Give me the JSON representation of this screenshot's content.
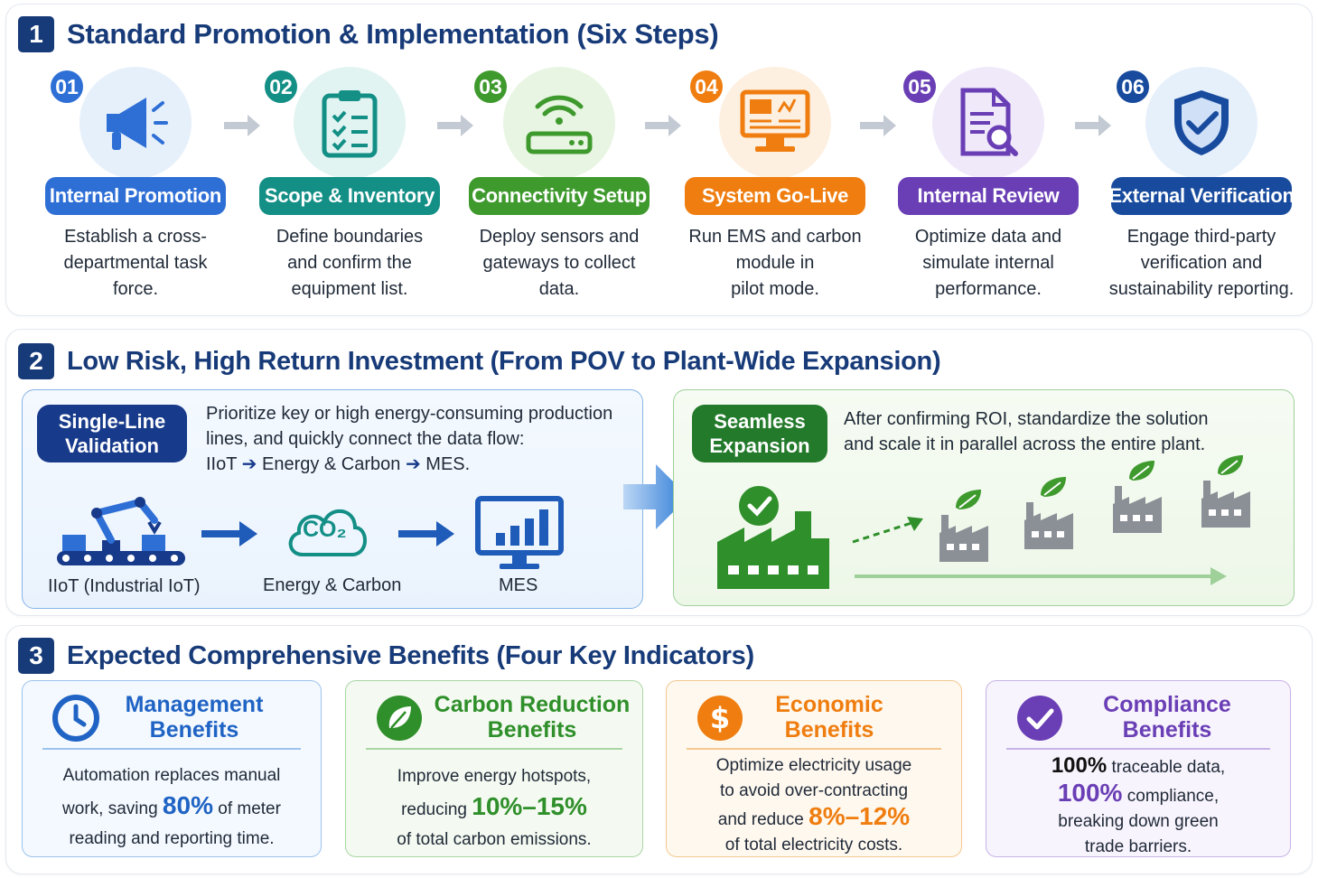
{
  "section1": {
    "number": "1",
    "title": "Standard Promotion & Implementation (Six Steps)",
    "steps": [
      {
        "num": "01",
        "label": "Internal Promotion",
        "desc": [
          "Establish a cross-",
          "departmental task",
          "force."
        ],
        "icon": "megaphone-icon",
        "color": "#2e6fd6",
        "circle": "#e6f0fb"
      },
      {
        "num": "02",
        "label": "Scope & Inventory",
        "desc": [
          "Define boundaries",
          "and confirm the",
          "equipment list."
        ],
        "icon": "clipboard-checklist-icon",
        "color": "#138f86",
        "circle": "#e2f4f2"
      },
      {
        "num": "03",
        "label": "Connectivity Setup",
        "desc": [
          "Deploy sensors and",
          "gateways to collect",
          "data."
        ],
        "icon": "wifi-router-icon",
        "color": "#3f9a2e",
        "circle": "#e9f5e3"
      },
      {
        "num": "04",
        "label": "System Go-Live",
        "desc": [
          "Run EMS and carbon",
          "module in",
          "pilot mode."
        ],
        "icon": "monitor-dashboard-icon",
        "color": "#ef7d0f",
        "circle": "#fdf0e0"
      },
      {
        "num": "05",
        "label": "Internal Review",
        "desc": [
          "Optimize data and",
          "simulate internal",
          "performance."
        ],
        "icon": "document-search-icon",
        "color": "#6a3fb5",
        "circle": "#f0e9fa"
      },
      {
        "num": "06",
        "label": "External Verification",
        "desc": [
          "Engage third-party",
          "verification and",
          "sustainability reporting."
        ],
        "icon": "shield-check-icon",
        "color": "#184b9e",
        "circle": "#e6f0fb"
      }
    ]
  },
  "section2": {
    "number": "2",
    "title": "Low Risk, High Return Investment (From POV to Plant-Wide Expansion)",
    "left": {
      "tag": [
        "Single-Line",
        "Validation"
      ],
      "text_line1": "Prioritize key or high energy-consuming production",
      "text_line2": "lines, and quickly connect the data flow:",
      "flow_text": [
        "IIoT",
        "Energy & Carbon",
        "MES."
      ],
      "co2_label": "CO₂",
      "flow_labels": [
        "IIoT (Industrial IoT)",
        "Energy & Carbon",
        "MES"
      ]
    },
    "right": {
      "tag": [
        "Seamless",
        "Expansion"
      ],
      "text_line1": "After confirming ROI, standardize the solution",
      "text_line2": "and scale it in parallel across the entire plant."
    }
  },
  "section3": {
    "number": "3",
    "title": "Expected Comprehensive Benefits (Four Key Indicators)",
    "cards": [
      {
        "title": [
          "Management",
          "Benefits"
        ],
        "icon": "clock-icon",
        "color": "#1f63c4",
        "l1": "Automation replaces manual",
        "l2a": "work, saving ",
        "big": "80%",
        "l2b": " of meter",
        "l3": "reading and reporting time."
      },
      {
        "title": [
          "Carbon Reduction",
          "Benefits"
        ],
        "icon": "leaf-icon",
        "color": "#2f8f2a",
        "l1": "Improve energy hotspots,",
        "l2a": "reducing ",
        "big": "10%–15%",
        "l2b": "",
        "l3": "of total carbon emissions."
      },
      {
        "title": [
          "Economic",
          "Benefits"
        ],
        "icon": "dollar-icon",
        "color": "#ef7d0f",
        "l1": "Optimize electricity usage",
        "l1b": "to avoid over-contracting",
        "l2a": "and reduce ",
        "big": "8%–12%",
        "l2b": "",
        "l3": "of total electricity costs."
      },
      {
        "title": [
          "Compliance",
          "Benefits"
        ],
        "icon": "check-circle-icon",
        "color": "#6a3fb5",
        "big0": "100%",
        "l1": " traceable data,",
        "big": "100%",
        "l2b": " compliance,",
        "l3": "breaking down green",
        "l4": "trade barriers."
      }
    ]
  }
}
